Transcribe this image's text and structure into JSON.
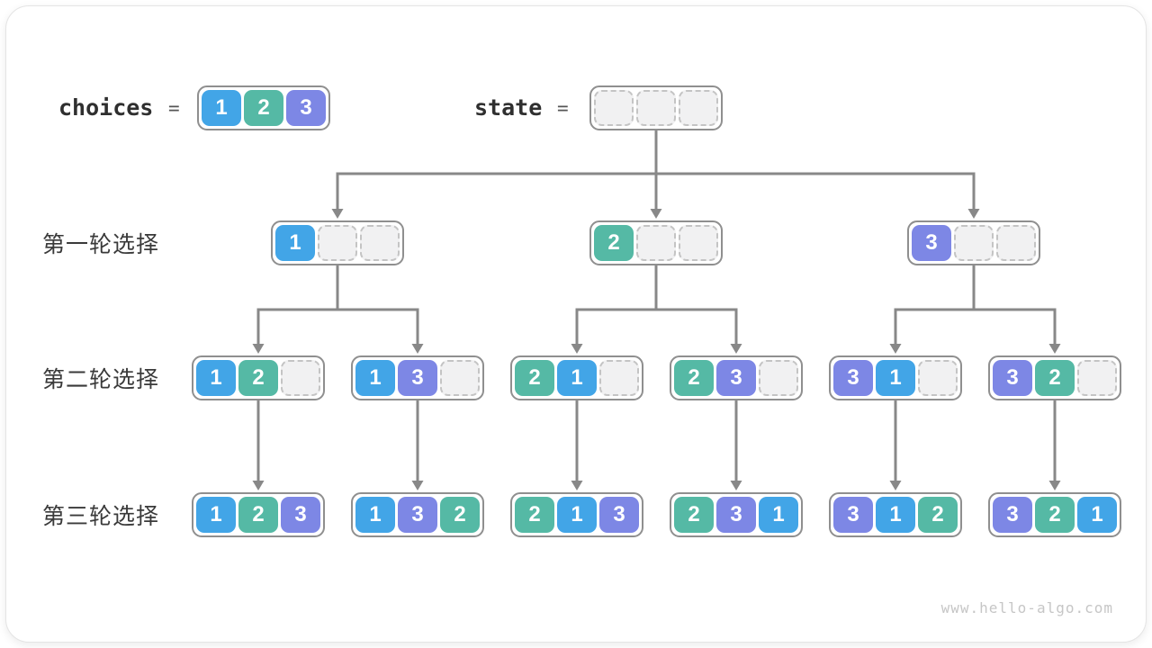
{
  "header": {
    "choices_label": "choices",
    "equals": "=",
    "choices_values": [
      1,
      2,
      3
    ],
    "state_label": "state",
    "state_values": [
      null,
      null,
      null
    ]
  },
  "row_labels": [
    "第一轮选择",
    "第二轮选择",
    "第三轮选择"
  ],
  "tree": {
    "level1": [
      {
        "values": [
          1,
          null,
          null
        ]
      },
      {
        "values": [
          2,
          null,
          null
        ]
      },
      {
        "values": [
          3,
          null,
          null
        ]
      }
    ],
    "level2": [
      {
        "values": [
          1,
          2,
          null
        ],
        "parent": 0
      },
      {
        "values": [
          1,
          3,
          null
        ],
        "parent": 0
      },
      {
        "values": [
          2,
          1,
          null
        ],
        "parent": 1
      },
      {
        "values": [
          2,
          3,
          null
        ],
        "parent": 1
      },
      {
        "values": [
          3,
          1,
          null
        ],
        "parent": 2
      },
      {
        "values": [
          3,
          2,
          null
        ],
        "parent": 2
      }
    ],
    "level3": [
      {
        "values": [
          1,
          2,
          3
        ],
        "parent": 0
      },
      {
        "values": [
          1,
          3,
          2
        ],
        "parent": 1
      },
      {
        "values": [
          2,
          1,
          3
        ],
        "parent": 2
      },
      {
        "values": [
          2,
          3,
          1
        ],
        "parent": 3
      },
      {
        "values": [
          3,
          1,
          2
        ],
        "parent": 4
      },
      {
        "values": [
          3,
          2,
          1
        ],
        "parent": 5
      }
    ]
  },
  "colors": {
    "value_fills": {
      "1": "#42a5e7",
      "2": "#55b9a5",
      "3": "#7d87e5"
    },
    "empty_fill": "#f1f1f2",
    "empty_border": "#c4c4c4",
    "container_border": "#8f8f8f",
    "arrow": "#888888",
    "number_text": "#ffffff"
  },
  "watermark": "www.hello-algo.com"
}
